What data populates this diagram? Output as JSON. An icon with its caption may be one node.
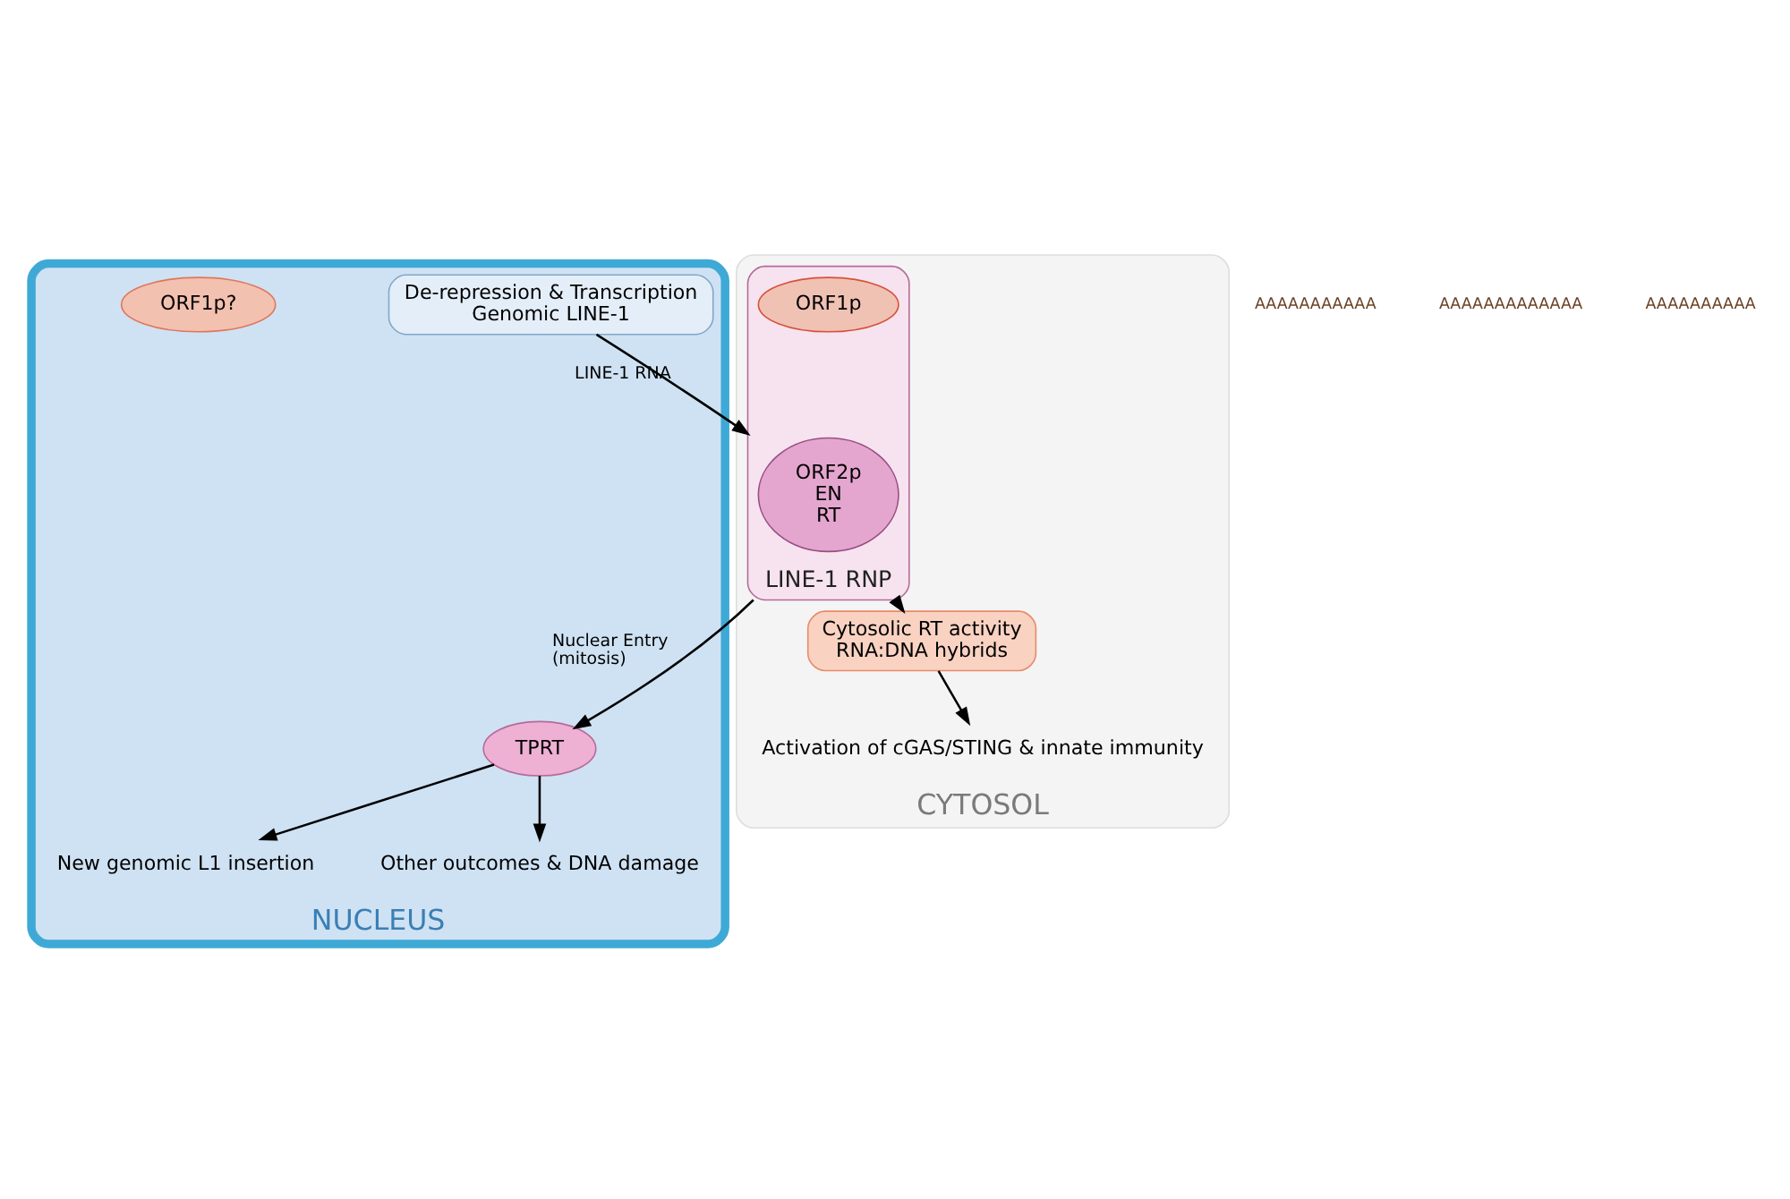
{
  "diagram": {
    "nodes": [
      {
        "text": [
          "NUCLEUS"
        ]
      },
      {
        "text": [
          "CYTOSOL"
        ]
      },
      {
        "text": [
          "De-repression & Transcription",
          "Genomic LINE-1"
        ],
        "in": 0
      },
      {
        "text": [
          "LINE-1 RNP"
        ],
        "in": 1
      },
      {
        "text": [
          "ORF2p",
          "EN",
          "RT"
        ],
        "in": 3
      },
      {
        "text": [
          "ORF1p"
        ],
        "in": 3
      },
      {
        "text": [
          "TPRT"
        ],
        "in": 0
      },
      {
        "text": [
          "ORF1p?"
        ],
        "in": 0
      },
      {
        "text": [
          "New genomic L1 insertion"
        ],
        "in": 0
      },
      {
        "text": [
          "Other outcomes & DNA damage"
        ],
        "in": 0
      },
      {
        "text": [
          "Cytosolic RT activity",
          "RNA:DNA hybrids"
        ],
        "in": 1
      },
      {
        "text": [
          "Activation of cGAS/STING & innate immunity"
        ],
        "in": 1
      }
    ],
    "edges": [
      {
        "from": 2,
        "to": 3,
        "arrow": "to",
        "label": "LINE-1 RNA"
      },
      {
        "from": 3,
        "to": 6,
        "arrow": "to",
        "label": "Nuclear Entry (mitosis)"
      },
      {
        "from": 3,
        "to": 10,
        "arrow": "to"
      },
      {
        "from": 6,
        "to": 8,
        "arrow": "to"
      },
      {
        "from": 6,
        "to": 9,
        "arrow": "to"
      },
      {
        "from": 10,
        "to": 11,
        "arrow": "to"
      }
    ],
    "labels": [
      "AAAAAAAAAAA",
      "AAAAAAAAAAAAA",
      "AAAAAAAAAA"
    ]
  }
}
